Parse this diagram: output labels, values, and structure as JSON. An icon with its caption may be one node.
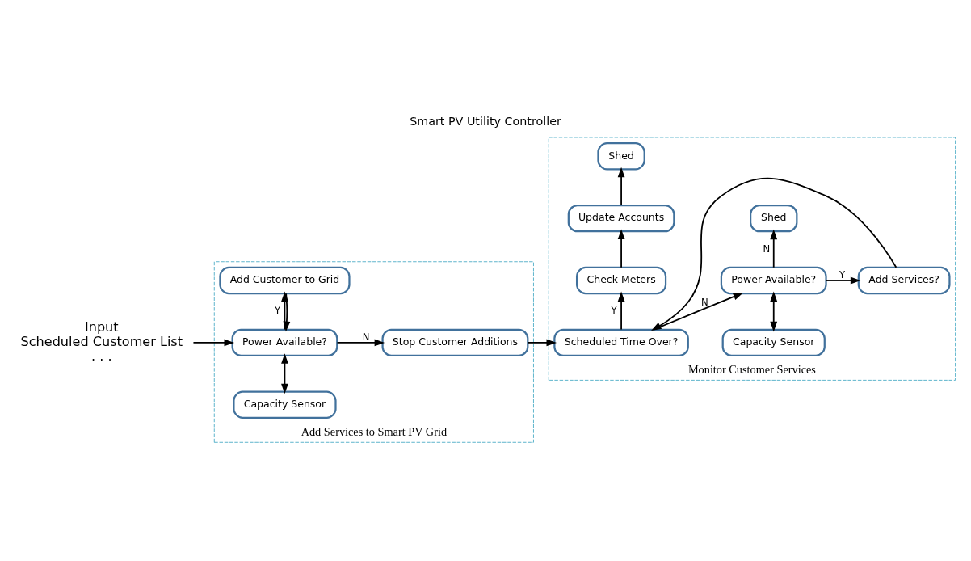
{
  "diagram": {
    "title": "Smart PV Utility Controller",
    "nodes": [
      {
        "text": [
          "Input",
          "Scheduled Customer List",
          ". . ."
        ]
      },
      {
        "text": [
          "Add Services to Smart PV Grid"
        ]
      },
      {
        "text": [
          "Capacity Sensor"
        ],
        "in": 1
      },
      {
        "text": [
          "Power Available?"
        ],
        "in": 1
      },
      {
        "text": [
          "Stop Customer Additions"
        ],
        "in": 1
      },
      {
        "text": [
          "Add Customer to Grid"
        ],
        "in": 1
      },
      {
        "text": [
          "Monitor Customer Services"
        ]
      },
      {
        "text": [
          "Scheduled Time Over?"
        ],
        "in": 6
      },
      {
        "text": [
          "Capacity Sensor"
        ],
        "in": 6
      },
      {
        "text": [
          "Power Available?"
        ],
        "in": 6
      },
      {
        "text": [
          "Add Services?"
        ],
        "in": 6
      },
      {
        "text": [
          "Check Meters"
        ],
        "in": 6
      },
      {
        "text": [
          "Shed"
        ],
        "in": 6
      },
      {
        "text": [
          "Update Accounts"
        ],
        "in": 6
      },
      {
        "text": [
          "Shed"
        ],
        "in": 6
      }
    ],
    "edges": [
      {
        "from": 0,
        "to": 3,
        "arrow": "to"
      },
      {
        "from": 2,
        "to": 3,
        "arrow": "both"
      },
      {
        "from": 3,
        "to": 4,
        "arrow": "to",
        "label": "N"
      },
      {
        "from": 3,
        "to": 5,
        "arrow": "to",
        "label": "Y"
      },
      {
        "from": 5,
        "to": 3,
        "arrow": "to"
      },
      {
        "from": 4,
        "to": 7,
        "arrow": "to"
      },
      {
        "from": 7,
        "to": 9,
        "arrow": "to",
        "label": "N"
      },
      {
        "from": 8,
        "to": 9,
        "arrow": "both"
      },
      {
        "from": 9,
        "to": 10,
        "arrow": "to",
        "label": "Y"
      },
      {
        "from": 10,
        "to": 7,
        "arrow": "to"
      },
      {
        "from": 7,
        "to": 11,
        "arrow": "to",
        "label": "Y"
      },
      {
        "from": 9,
        "to": 12,
        "arrow": "to",
        "label": "N"
      },
      {
        "from": 11,
        "to": 13,
        "arrow": "to"
      },
      {
        "from": 13,
        "to": 14,
        "arrow": "to"
      }
    ]
  }
}
